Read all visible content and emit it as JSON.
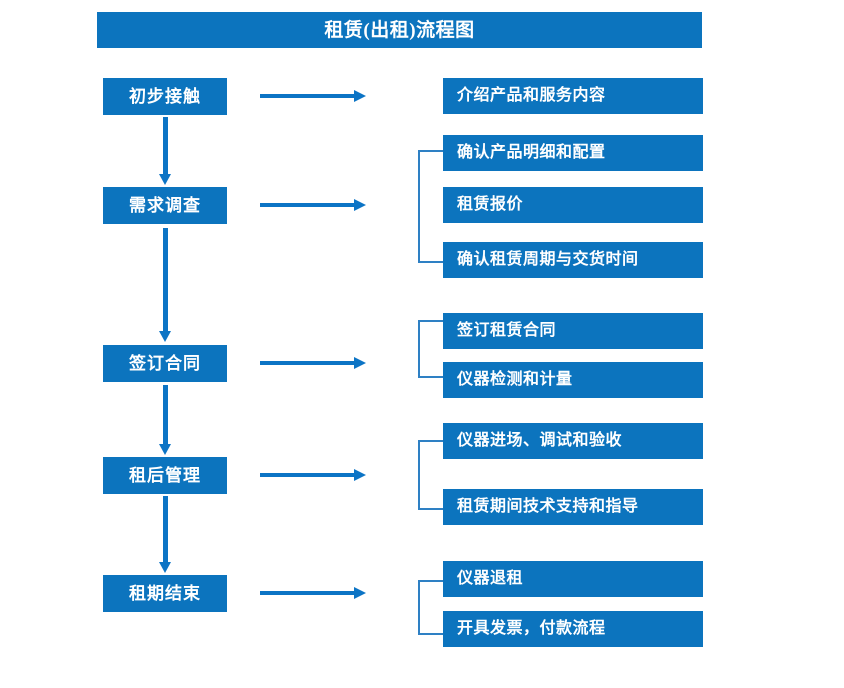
{
  "header": {
    "title": "租赁(出租)流程图"
  },
  "theme": {
    "box_fill": "#0C74BE",
    "arrow_color": "#0C74C5",
    "bracket_color": "#2E80C4",
    "text_color": "#FFFFFF",
    "background": "#FFFFFF"
  },
  "flow": {
    "stages": [
      {
        "label": "初步接触"
      },
      {
        "label": "需求调查"
      },
      {
        "label": "签订合同"
      },
      {
        "label": "租后管理"
      },
      {
        "label": "租期结束"
      }
    ],
    "details": [
      {
        "label": "介绍产品和服务内容"
      },
      {
        "label": "确认产品明细和配置"
      },
      {
        "label": "租赁报价"
      },
      {
        "label": "确认租赁周期与交货时间"
      },
      {
        "label": "签订租赁合同"
      },
      {
        "label": "仪器检测和计量"
      },
      {
        "label": "仪器进场、调试和验收"
      },
      {
        "label": "租赁期间技术支持和指导"
      },
      {
        "label": "仪器退租"
      },
      {
        "label": "开具发票，付款流程"
      }
    ],
    "groups": [
      {
        "stage": "初步接触",
        "details": [
          "介绍产品和服务内容"
        ],
        "bracketed": false
      },
      {
        "stage": "需求调查",
        "details": [
          "确认产品明细和配置",
          "租赁报价",
          "确认租赁周期与交货时间"
        ],
        "bracketed": true
      },
      {
        "stage": "签订合同",
        "details": [
          "签订租赁合同",
          "仪器检测和计量"
        ],
        "bracketed": true
      },
      {
        "stage": "租后管理",
        "details": [
          "仪器进场、调试和验收",
          "租赁期间技术支持和指导"
        ],
        "bracketed": true
      },
      {
        "stage": "租期结束",
        "details": [
          "仪器退租",
          "开具发票，付款流程"
        ],
        "bracketed": true
      }
    ],
    "connector_count": {
      "horizontal_arrows": 5,
      "vertical_arrows": 4,
      "brackets": 4
    }
  }
}
